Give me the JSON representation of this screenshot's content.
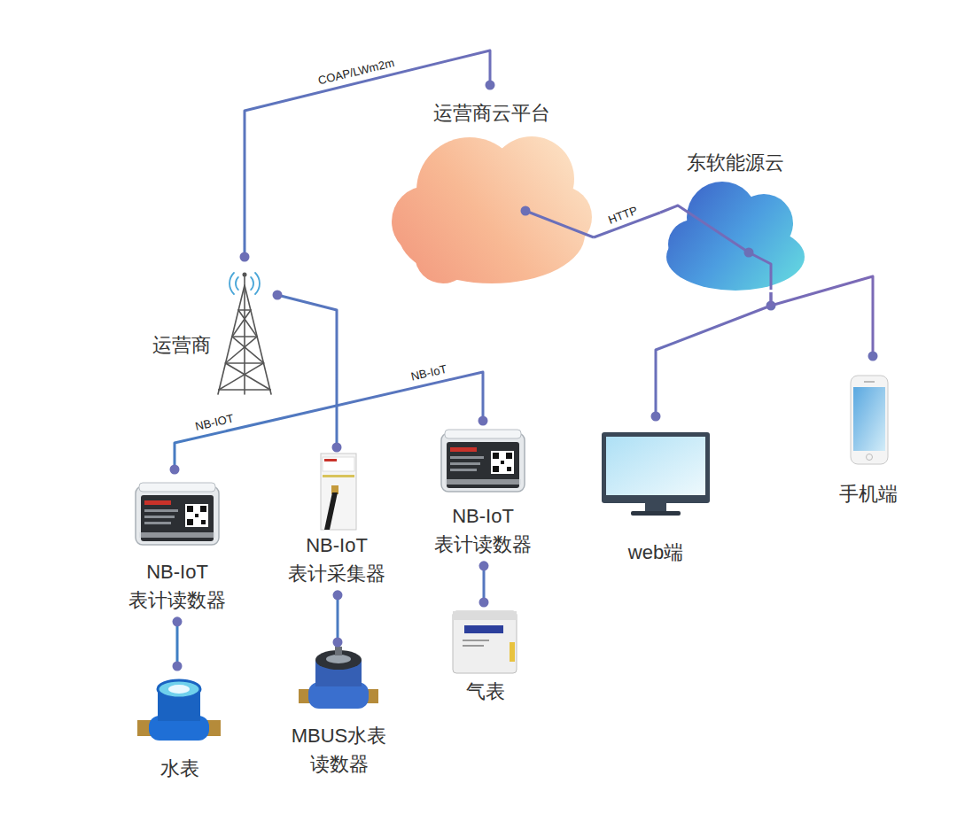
{
  "diagram": {
    "nodes": [
      {
        "text": [
          "运营商云平台"
        ]
      },
      {
        "text": [
          "东软能源云"
        ]
      },
      {
        "text": [
          "运营商"
        ]
      },
      {
        "text": [
          "NB-IoT 表计读数器"
        ]
      },
      {
        "text": [
          "NB-IoT 表计采集器"
        ]
      },
      {
        "text": [
          "NB-IoT 表计读数器"
        ]
      },
      {
        "text": [
          "web端"
        ]
      },
      {
        "text": [
          "手机端"
        ]
      },
      {
        "text": [
          "水表"
        ]
      },
      {
        "text": [
          "MBUS水表 读数器"
        ]
      },
      {
        "text": [
          "气表"
        ]
      }
    ],
    "edges": [
      {
        "from": 2,
        "to": 0,
        "label": "COAP/LWm2m",
        "arrow": "none"
      },
      {
        "from": 0,
        "to": 1,
        "label": "HTTP",
        "arrow": "none"
      },
      {
        "from": 1,
        "to": 6,
        "arrow": "none"
      },
      {
        "from": 1,
        "to": 7,
        "arrow": "none"
      },
      {
        "from": 2,
        "to": 4,
        "arrow": "none"
      },
      {
        "from": 3,
        "to": 5,
        "label": "NB-IOT",
        "arrow": "none"
      },
      {
        "from": 3,
        "to": 8,
        "arrow": "none"
      },
      {
        "from": 4,
        "to": 9,
        "arrow": "none"
      },
      {
        "from": 5,
        "to": 10,
        "arrow": "none"
      }
    ],
    "labels": [
      "NB-IoT"
    ]
  }
}
